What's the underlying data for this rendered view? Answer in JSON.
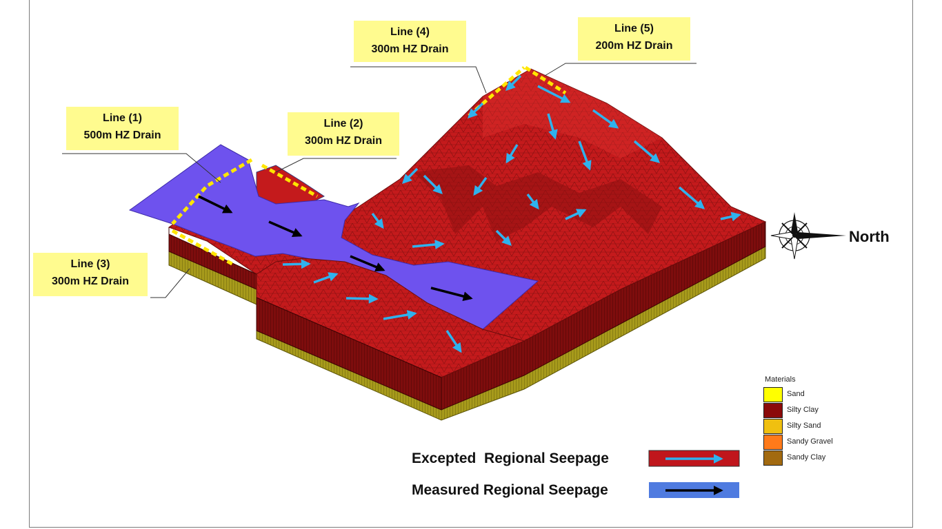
{
  "callouts": [
    {
      "line": "Line (4)",
      "drain": "300m HZ Drain"
    },
    {
      "line": "Line (5)",
      "drain": "200m HZ Drain"
    },
    {
      "line": "Line (1)",
      "drain": "500m HZ Drain"
    },
    {
      "line": "Line (2)",
      "drain": "300m HZ Drain"
    },
    {
      "line": "Line (3)",
      "drain": "300m HZ Drain"
    }
  ],
  "compass": {
    "label": "North",
    "icon": "compass-rose-icon"
  },
  "seepage_legend": {
    "expected": {
      "label": "Excepted  Regional Seepage",
      "fill": "#c0161c",
      "arrow": "#2fb2ee"
    },
    "measured": {
      "label": "Measured Regional Seepage",
      "fill": "#4f7be0",
      "arrow": "#000000"
    }
  },
  "materials": {
    "title": "Materials",
    "items": [
      {
        "label": "Sand",
        "color": "#ffff00"
      },
      {
        "label": "Silty Clay",
        "color": "#8b0a0a"
      },
      {
        "label": "Silty Sand",
        "color": "#f0c010"
      },
      {
        "label": "Sandy Gravel",
        "color": "#ff7a1a"
      },
      {
        "label": "Sandy Clay",
        "color": "#a26a10"
      }
    ]
  },
  "colors": {
    "terrain_top": "#c41a1c",
    "terrain_wall": "#7e0d0d",
    "base_layer": "#a79a1b",
    "river": "#6e52ee",
    "drain_line": "#ffe600"
  }
}
